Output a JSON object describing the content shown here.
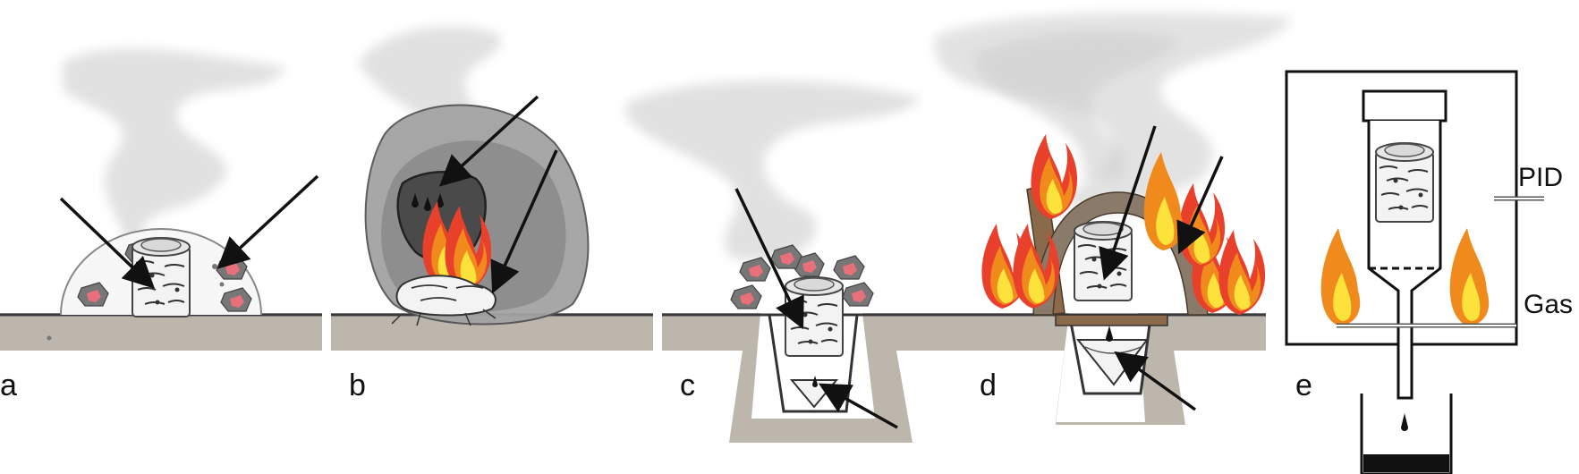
{
  "panels": [
    {
      "id": "a",
      "label": "a"
    },
    {
      "id": "b",
      "label": "b"
    },
    {
      "id": "c",
      "label": "c"
    },
    {
      "id": "d",
      "label": "d"
    },
    {
      "id": "e",
      "label": "e"
    }
  ],
  "labels": {
    "pid": "PID",
    "gas": "Gas"
  },
  "colors": {
    "ground": "#bdb6ad",
    "ground_edge": "#3a3a3a",
    "smoke": "#dcdcdc",
    "flame_outer": "#e8402a",
    "flame_mid": "#f08a1d",
    "flame_inner": "#fde23b",
    "charcoal": "#6b6b6b",
    "ember": "#e8707a",
    "birch": "#f2f2f2",
    "wood": "#8a6a4a"
  }
}
